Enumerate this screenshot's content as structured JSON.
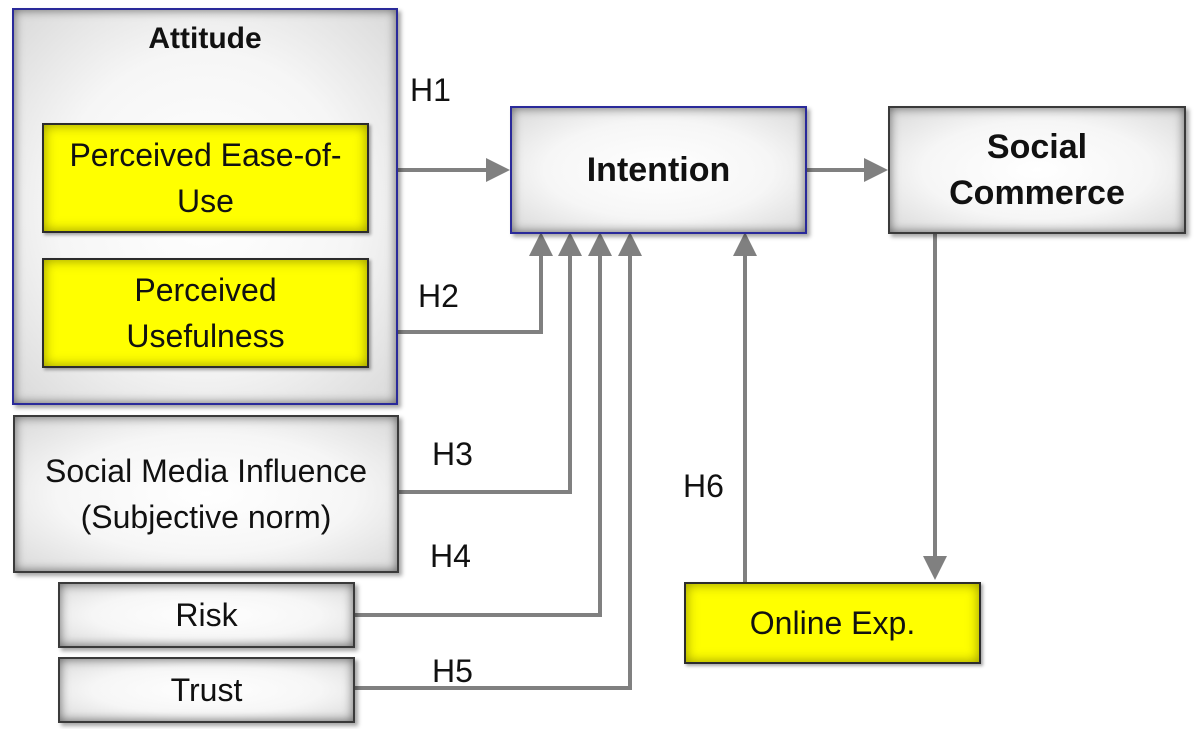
{
  "diagram": {
    "nodes": {
      "attitude": "Attitude",
      "ease_of_use": "Perceived Ease-of-Use",
      "usefulness": "Perceived Usefulness",
      "social_media": "Social Media Influence (Subjective norm)",
      "risk": "Risk",
      "trust": "Trust",
      "intention": "Intention",
      "social_commerce": "Social Commerce",
      "online_exp": "Online Exp."
    },
    "hypotheses": {
      "h1": "H1",
      "h2": "H2",
      "h3": "H3",
      "h4": "H4",
      "h5": "H5",
      "h6": "H6"
    },
    "colors": {
      "construct_fill": "#ffff00",
      "box_border_blue": "#2a2a9a",
      "arrow": "#808080"
    },
    "edges": [
      {
        "from": "Perceived Ease-of-Use",
        "to": "Intention",
        "label": "H1"
      },
      {
        "from": "Perceived Usefulness",
        "to": "Intention",
        "label": "H2"
      },
      {
        "from": "Social Media Influence (Subjective norm)",
        "to": "Intention",
        "label": "H3"
      },
      {
        "from": "Risk",
        "to": "Intention",
        "label": "H4"
      },
      {
        "from": "Trust",
        "to": "Intention",
        "label": "H5"
      },
      {
        "from": "Online Exp.",
        "to": "Intention",
        "label": "H6"
      },
      {
        "from": "Intention",
        "to": "Social Commerce",
        "label": ""
      },
      {
        "from": "Social Commerce",
        "to": "Online Exp.",
        "label": ""
      }
    ]
  }
}
